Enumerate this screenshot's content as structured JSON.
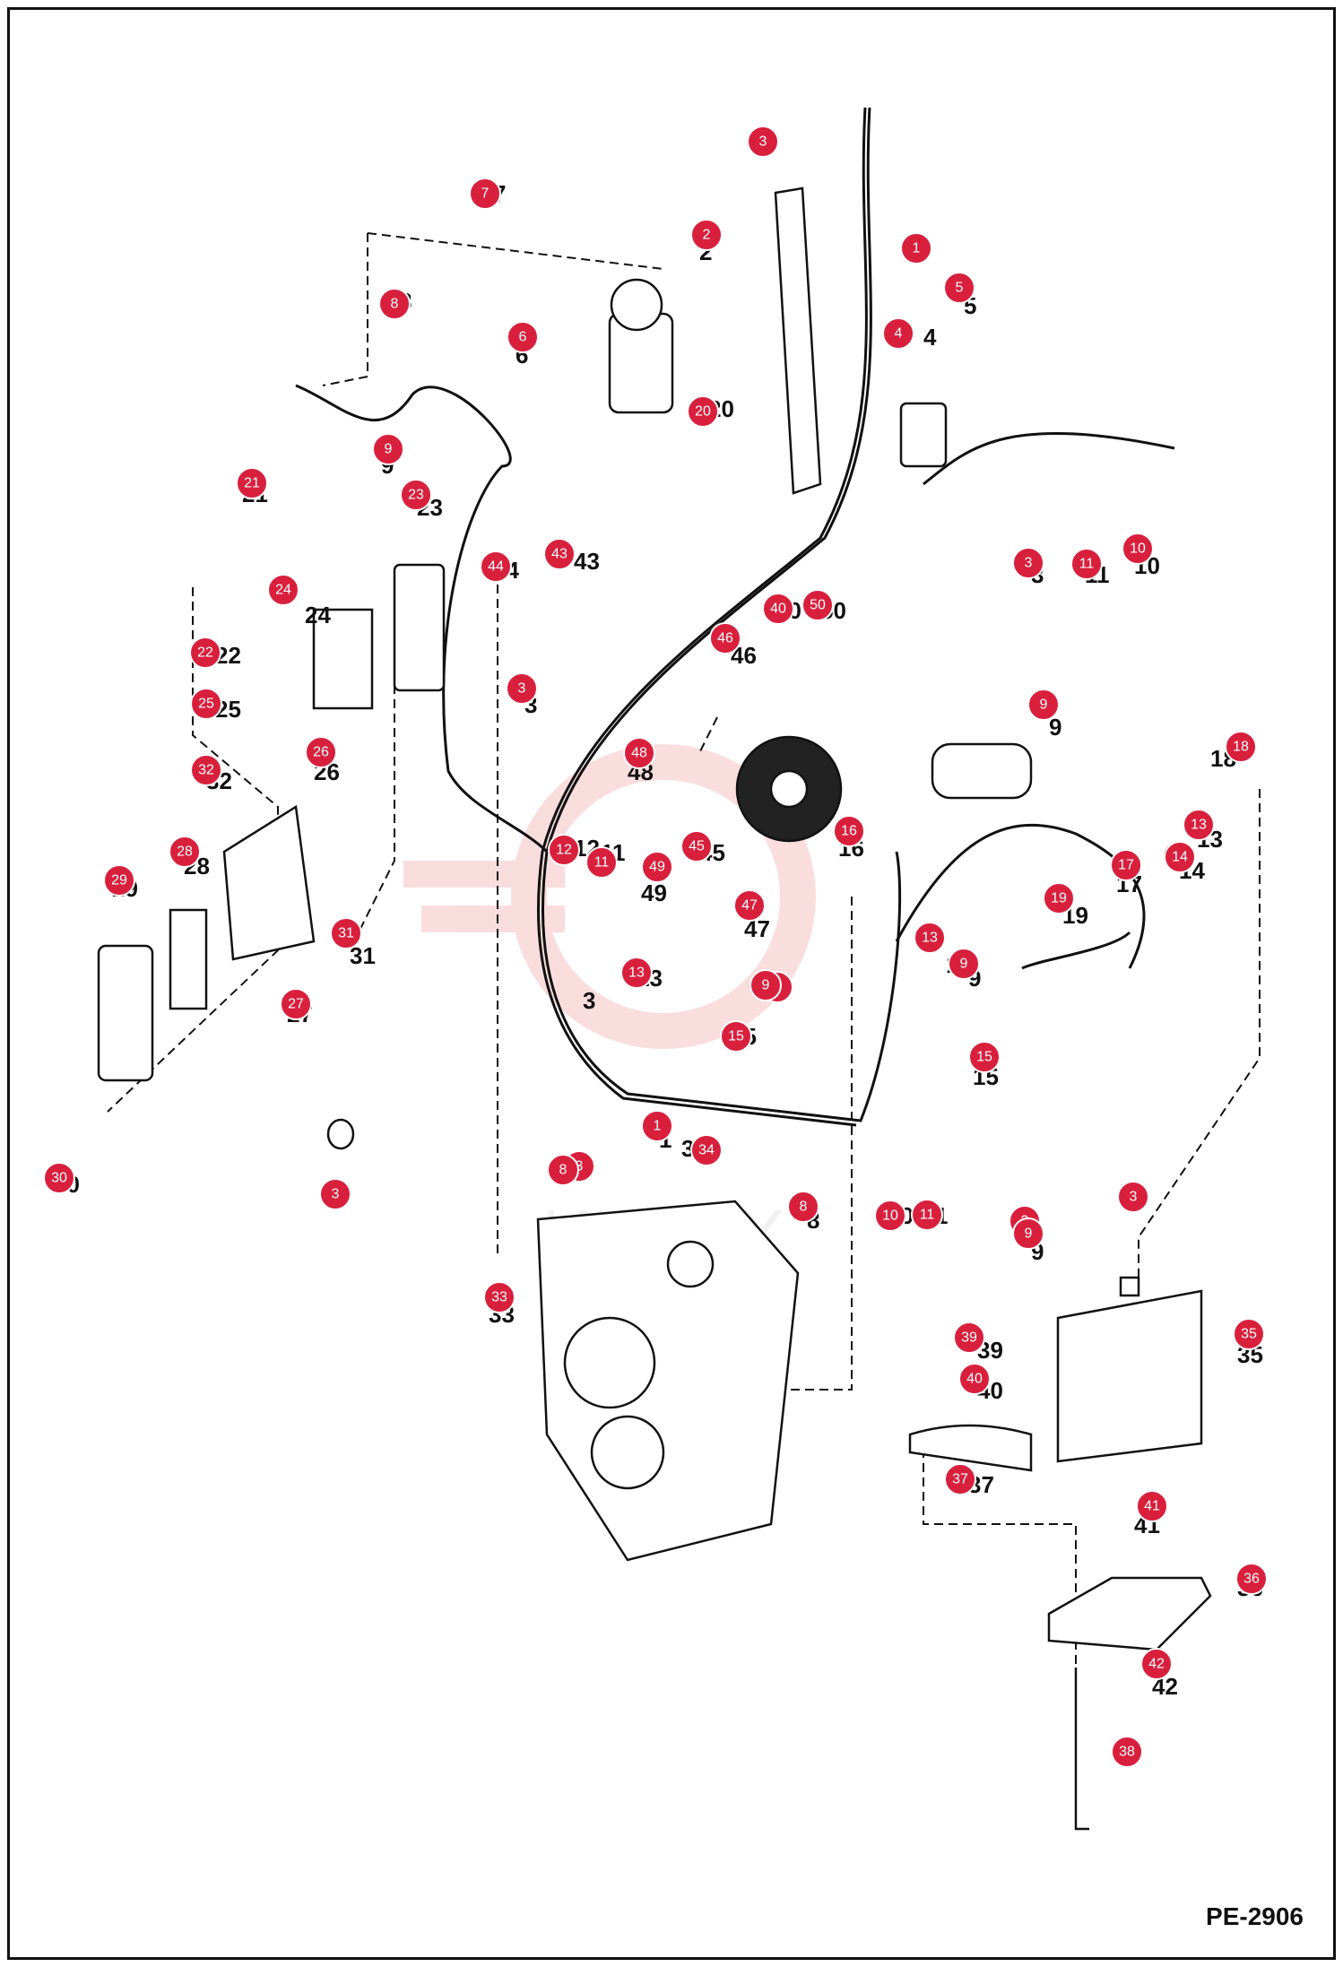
{
  "drawing_code": "PE-2906",
  "watermark": "ИНТЕХ",
  "callouts": [
    "1",
    "1",
    "2",
    "3",
    "3",
    "3",
    "3",
    "3",
    "3",
    "3",
    "4",
    "5",
    "6",
    "7",
    "8",
    "8",
    "8",
    "9",
    "9",
    "9",
    "9",
    "9",
    "9",
    "10",
    "10",
    "11",
    "11",
    "11",
    "12",
    "13",
    "13",
    "13",
    "13",
    "14",
    "15",
    "15",
    "16",
    "17",
    "18",
    "19",
    "20",
    "21",
    "22",
    "23",
    "24",
    "25",
    "26",
    "27",
    "28",
    "29",
    "30",
    "31",
    "32",
    "33",
    "34",
    "35",
    "36",
    "37",
    "38",
    "39",
    "40",
    "40",
    "41",
    "42",
    "43",
    "44",
    "45",
    "46",
    "47",
    "48",
    "49",
    "50"
  ],
  "colors": {
    "callout": "#d8203c",
    "line": "#111111",
    "watermark": "#f4c8c8"
  }
}
